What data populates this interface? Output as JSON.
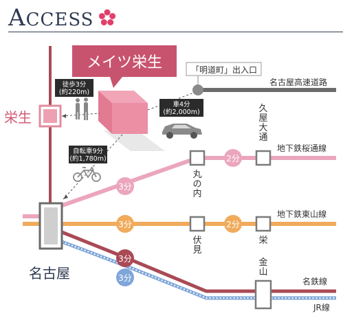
{
  "header": {
    "title_initial": "A",
    "title_rest": "CCESS",
    "flower_color": "#e0406a"
  },
  "property": {
    "name": "メイツ栄生",
    "color": "#c8536e"
  },
  "entrance": {
    "label": "「明道町」出入口"
  },
  "expressway": {
    "label": "名古屋高速道路"
  },
  "routes": {
    "walk": {
      "line1": "徒歩3分",
      "line2": "(約220m)"
    },
    "car": {
      "line1": "車4分",
      "line2": "(約2,000m)"
    },
    "bike": {
      "line1": "自転車9分",
      "line2": "(約1,780m)"
    }
  },
  "stations": {
    "sakō": "栄生",
    "nagoya": "名古屋",
    "marunouchi": "丸の内",
    "hisaya_odori": "久屋大通",
    "fushimi": "伏見",
    "sakae": "栄",
    "kanayama": "金山"
  },
  "lines": {
    "sakuradori": {
      "label": "地下鉄桜通線",
      "color": "#eba6bd"
    },
    "higashiyama": {
      "label": "地下鉄東山線",
      "color": "#f0ab5c"
    },
    "meitetsu": {
      "label": "名鉄線",
      "color": "#a94a55"
    },
    "jr": {
      "label": "JR線",
      "color": "#7fa6d9"
    }
  },
  "times": {
    "nagoya_marunouchi": "3分",
    "marunouchi_hisaya": "2分",
    "nagoya_fushimi": "3分",
    "fushimi_sakae": "2分",
    "meitetsu_kanayama": "3分",
    "jr_kanayama": "3分"
  }
}
